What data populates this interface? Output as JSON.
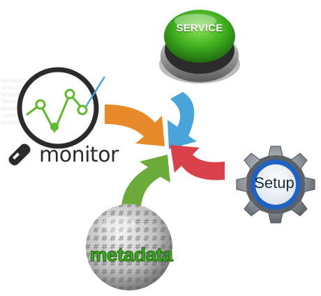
{
  "service": {
    "label": "SERVICE"
  },
  "monitor": {
    "label": "monitor"
  },
  "setup": {
    "label": "Setup"
  },
  "metadata": {
    "label": "metadata"
  },
  "colors": {
    "service_button": "#3fae1f",
    "arrow_orange": "#e88a2a",
    "arrow_blue": "#4aa3d9",
    "arrow_red": "#d9404a",
    "arrow_green": "#6cab3a",
    "gear": "#8b9098",
    "setup_ring": "#1f62c4",
    "monitor_dark": "#2b2b2b",
    "monitor_green": "#5fb92b",
    "metadata_text": "#3ab11a"
  },
  "icons": [
    "service-button-icon",
    "magnifier-chart-icon",
    "gear-icon",
    "hash-sphere-icon"
  ]
}
